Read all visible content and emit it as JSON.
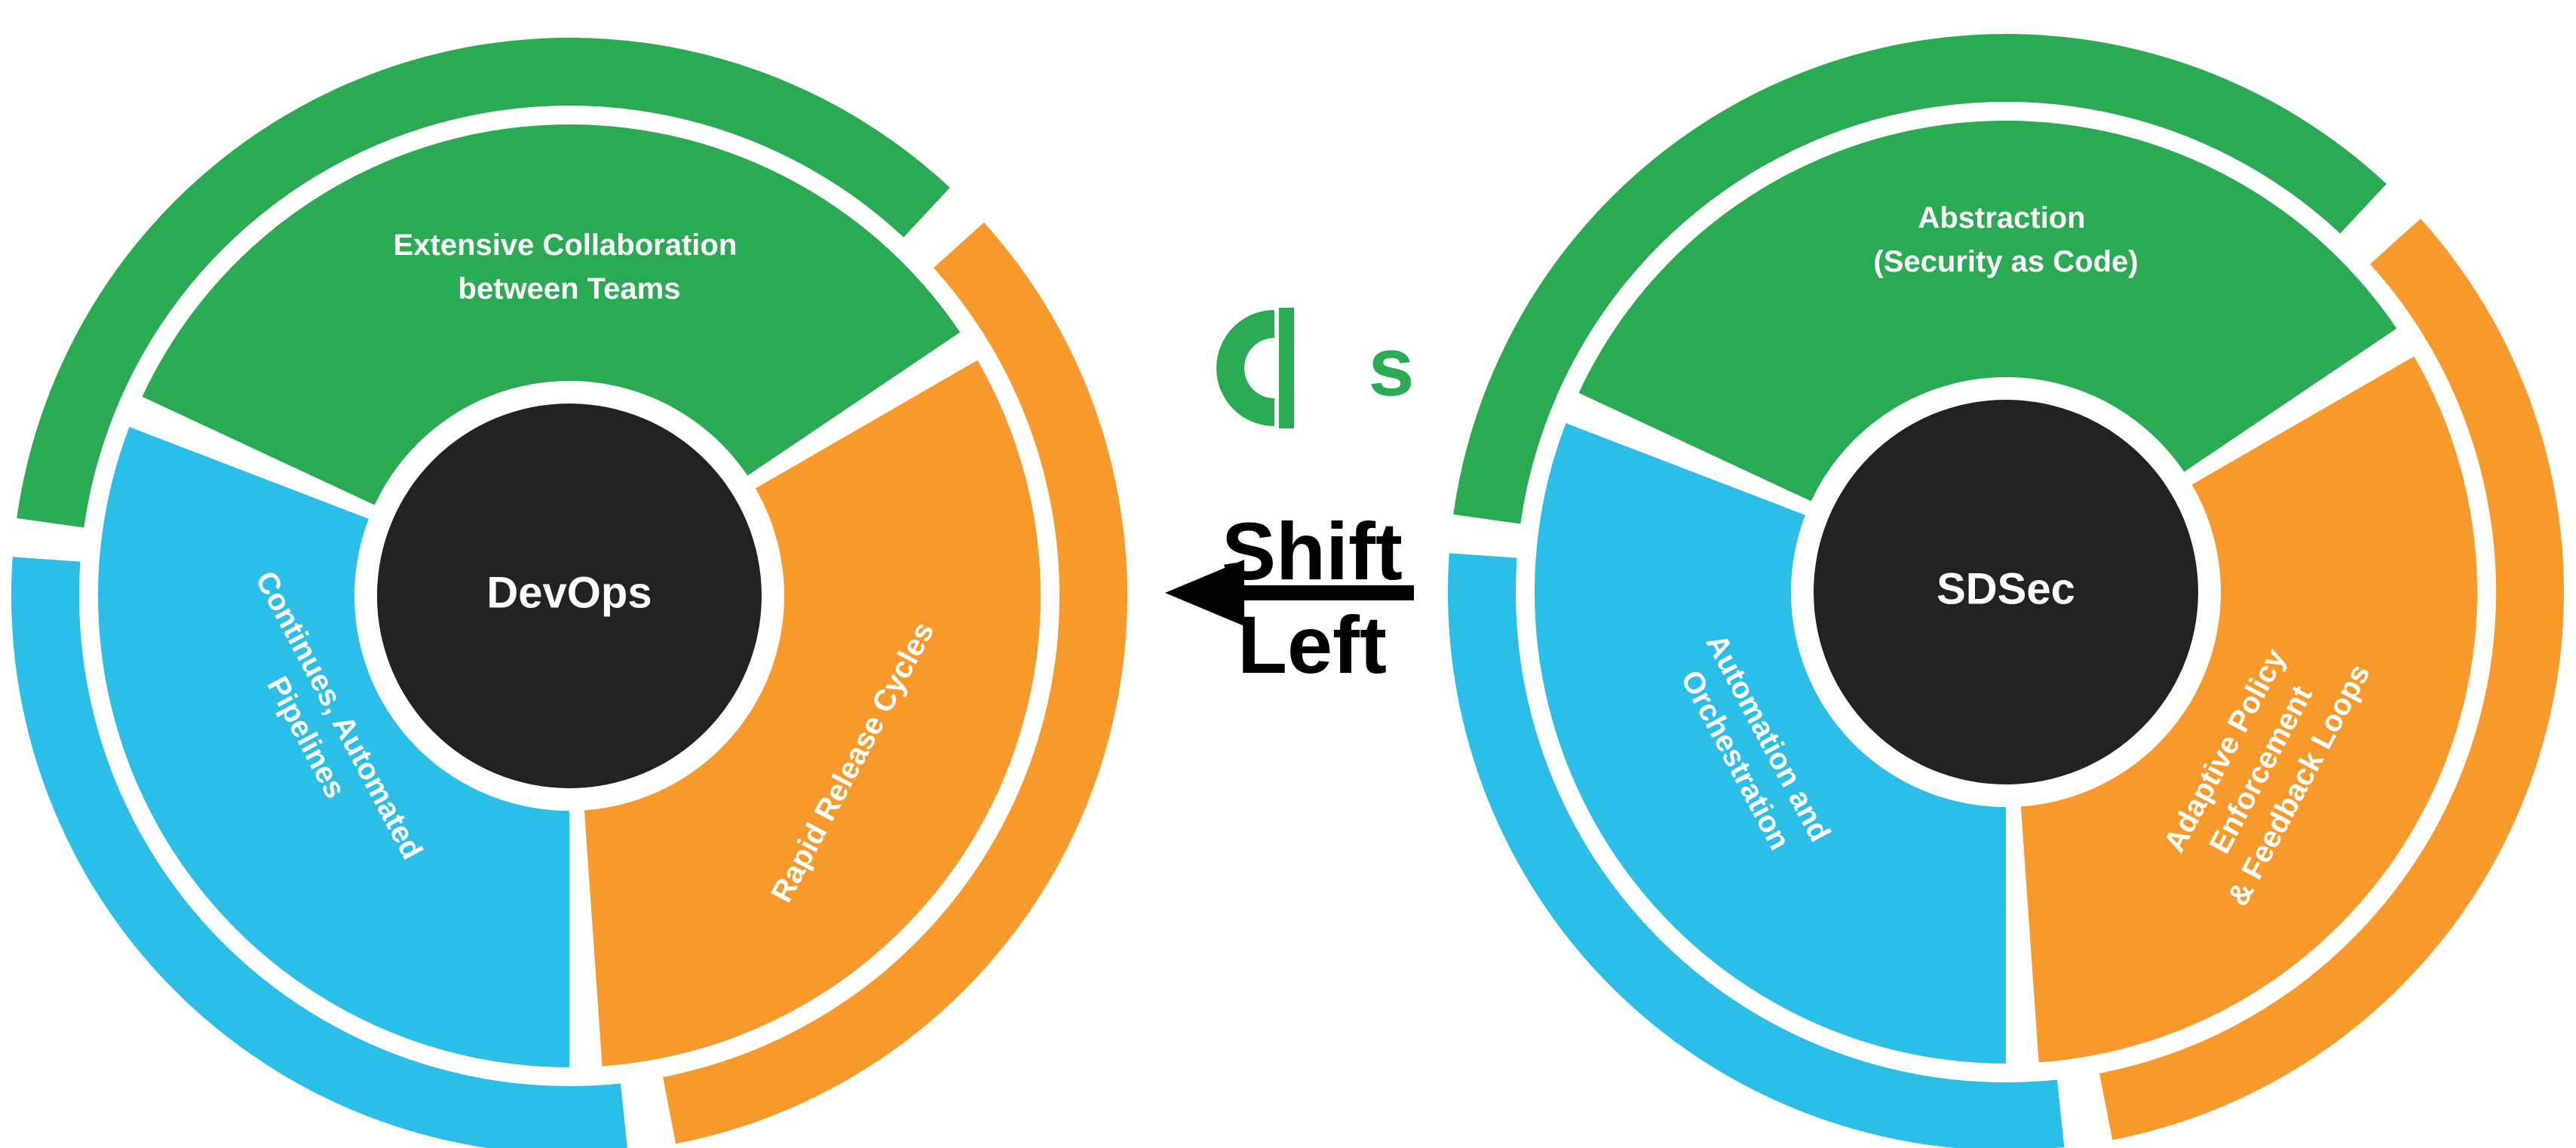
{
  "colors": {
    "green": "#2aaa53",
    "blue": "#2bbee6",
    "orange": "#f7992b",
    "hub": "#222222",
    "arrow": "#000000"
  },
  "devops": {
    "center": "DevOps",
    "top": [
      "Extensive Collaboration",
      "between Teams"
    ],
    "left": [
      "Continues, Automated",
      "Pipelines"
    ],
    "right": [
      "Rapid Release Cycles"
    ]
  },
  "sdsec": {
    "center": "SDSec",
    "top": [
      "Abstraction",
      "(Security as Code)"
    ],
    "left": [
      "Automation and",
      "Orchestration"
    ],
    "right": [
      "Adaptive Policy",
      "Enforcement",
      "& Feedback Loops"
    ]
  },
  "shift": {
    "line1": "Shift",
    "line2": "Left"
  },
  "logo": {
    "letter": "s",
    "icon": "power-toggle-logo-icon"
  }
}
